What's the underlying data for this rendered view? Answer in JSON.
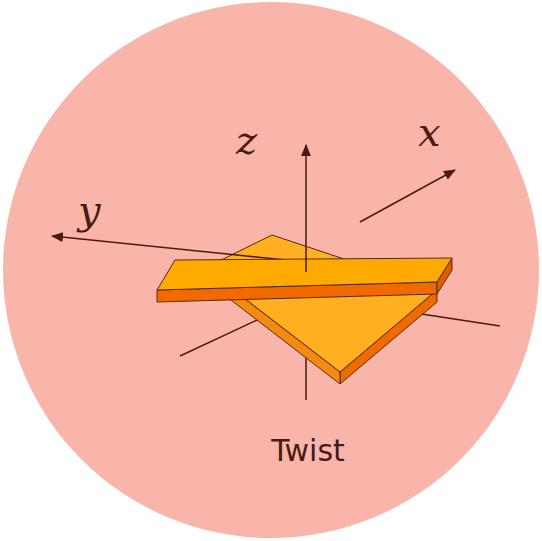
{
  "diagram": {
    "labels": [
      "y",
      "z",
      "x",
      "Twist"
    ]
  }
}
